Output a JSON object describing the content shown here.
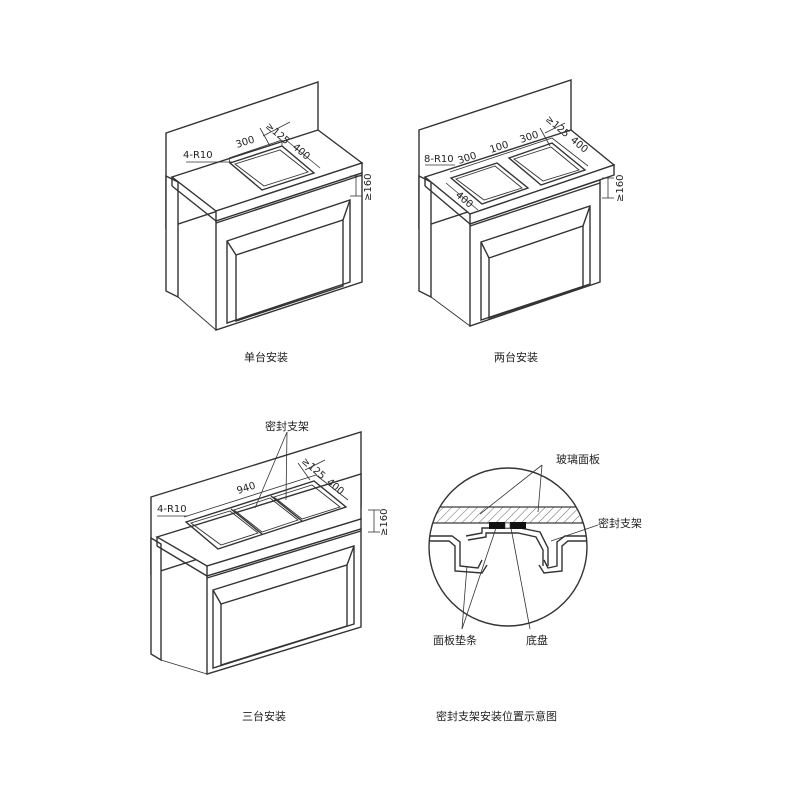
{
  "panels": {
    "single": {
      "caption": "单台安装",
      "radius_label": "4-R10",
      "dims": {
        "width": "300",
        "depth": "400",
        "gap": "≥125",
        "height": "≥160"
      }
    },
    "double": {
      "caption": "两台安装",
      "radius_label": "8-R10",
      "dims": {
        "width1": "300",
        "spacing": "100",
        "width2": "300",
        "depth": "400",
        "depth_front": "400",
        "gap": "≥125",
        "height": "≥160"
      }
    },
    "triple": {
      "caption": "三台安装",
      "radius_label": "4-R10",
      "bracket_label": "密封支架",
      "dims": {
        "width": "940",
        "depth": "400",
        "gap": "≥125",
        "height": "≥160"
      }
    },
    "seal": {
      "caption": "密封支架安装位置示意图",
      "labels": {
        "glass": "玻璃面板",
        "bracket": "密封支架",
        "gasket": "面板垫条",
        "tray": "底盘"
      }
    }
  }
}
